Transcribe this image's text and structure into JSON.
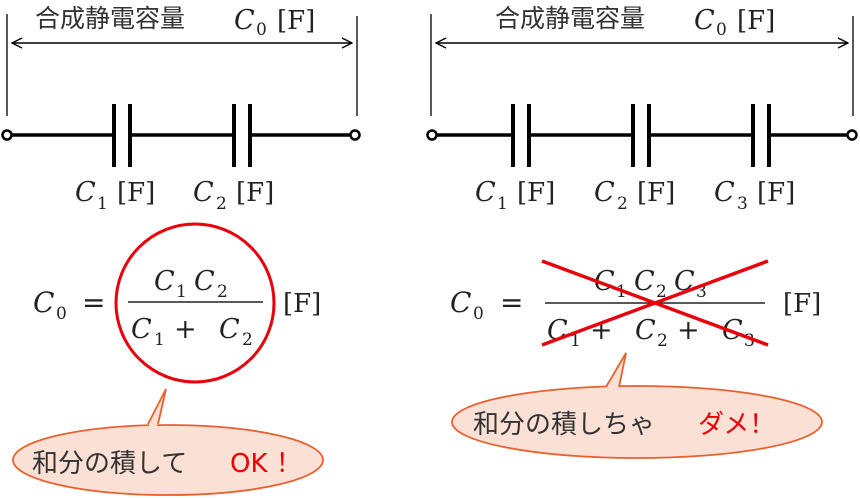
{
  "left_panel": {
    "title": "合成静電容量",
    "title_symbol": "C",
    "title_sub": "0",
    "title_unit": "[F]",
    "capacitors": [
      {
        "symbol": "C",
        "sub": "1",
        "unit": "[F]"
      },
      {
        "symbol": "C",
        "sub": "2",
        "unit": "[F]"
      }
    ],
    "formula": {
      "lhs": "C",
      "lhs_sub": "0",
      "equals": "=",
      "numerator": [
        {
          "s": "C",
          "sub": "1"
        },
        {
          "s": "C",
          "sub": "2"
        }
      ],
      "denominator": [
        {
          "s": "C",
          "sub": "1"
        },
        {
          "op": "+"
        },
        {
          "s": "C",
          "sub": "2"
        }
      ],
      "unit": "[F]",
      "status": "correct"
    },
    "bubble": {
      "text": "和分の積して",
      "highlight": "OK ！"
    }
  },
  "right_panel": {
    "title": "合成静電容量",
    "title_symbol": "C",
    "title_sub": "0",
    "title_unit": "[F]",
    "capacitors": [
      {
        "symbol": "C",
        "sub": "1",
        "unit": "[F]"
      },
      {
        "symbol": "C",
        "sub": "2",
        "unit": "[F]"
      },
      {
        "symbol": "C",
        "sub": "3",
        "unit": "[F]"
      }
    ],
    "formula": {
      "lhs": "C",
      "lhs_sub": "0",
      "equals": "=",
      "numerator": [
        {
          "s": "C",
          "sub": "1"
        },
        {
          "s": "C",
          "sub": "2"
        },
        {
          "s": "C",
          "sub": "3"
        }
      ],
      "denominator": [
        {
          "s": "C",
          "sub": "1"
        },
        {
          "op": "+"
        },
        {
          "s": "C",
          "sub": "2"
        },
        {
          "op": "+"
        },
        {
          "s": "C",
          "sub": "3"
        }
      ],
      "unit": "[F]",
      "status": "wrong"
    },
    "bubble": {
      "text": "和分の積しちゃ",
      "highlight": "ダメ！"
    }
  },
  "colors": {
    "line": "#000000",
    "text": "#222222",
    "mark_red": "#e8000b",
    "bubble_fill": "#fbe0d6",
    "bubble_stroke": "#e8602c",
    "highlight_text": "#ee0000"
  }
}
